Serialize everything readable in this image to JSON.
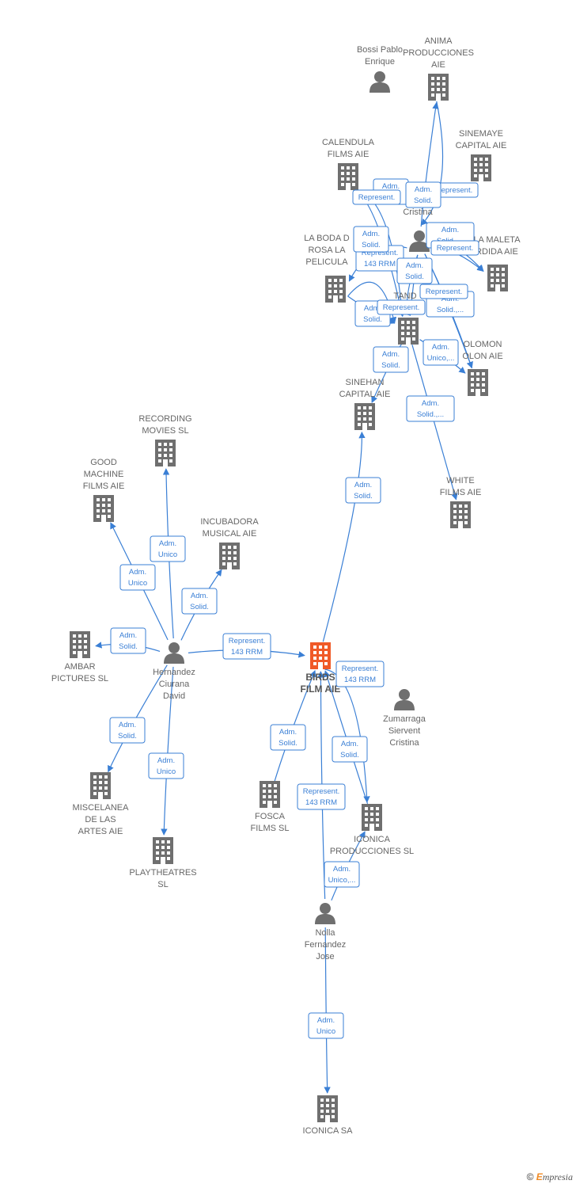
{
  "colors": {
    "edge": "#3a7fd5",
    "node": "#6f6f6f",
    "main": "#f05a28"
  },
  "footer": {
    "copyright": "©",
    "brand_initial": "E",
    "brand_rest": "mpresia"
  },
  "nodes": [
    {
      "id": "birds",
      "type": "building",
      "main": true,
      "label": [
        "BIRDS",
        "FILM  AIE"
      ]
    },
    {
      "id": "hernandez",
      "type": "person",
      "label": [
        "Hernandez",
        "Ciurana",
        "David"
      ]
    },
    {
      "id": "recording",
      "type": "building",
      "label": [
        "RECORDING",
        "MOVIES  SL"
      ]
    },
    {
      "id": "goodmachine",
      "type": "building",
      "label": [
        "GOOD",
        "MACHINE",
        "FILMS  AIE"
      ]
    },
    {
      "id": "incubadora",
      "type": "building",
      "label": [
        "INCUBADORA",
        "MUSICAL  AIE"
      ]
    },
    {
      "id": "ambar",
      "type": "building",
      "label": [
        "AMBAR",
        "PICTURES  SL"
      ]
    },
    {
      "id": "miscelanea",
      "type": "building",
      "label": [
        "MISCELANEA",
        "DE LAS",
        "ARTES  AIE"
      ]
    },
    {
      "id": "playtheatres",
      "type": "building",
      "label": [
        "PLAYTHEATRES",
        "SL"
      ]
    },
    {
      "id": "fosca",
      "type": "building",
      "label": [
        "FOSCA",
        "FILMS  SL"
      ]
    },
    {
      "id": "iconicaprod",
      "type": "building",
      "label": [
        "ICONICA",
        "PRODUCCIONES SL"
      ]
    },
    {
      "id": "zumarraga",
      "type": "person",
      "label": [
        "Zumarraga",
        "Siervent",
        "Cristina"
      ]
    },
    {
      "id": "nolla",
      "type": "person",
      "label": [
        "Nolla",
        "Fernandez",
        "Jose"
      ]
    },
    {
      "id": "iconicasa",
      "type": "building",
      "label": [
        "ICONICA SA"
      ]
    },
    {
      "id": "bossi",
      "type": "person",
      "label": [
        "Bossi Pablo",
        "Enrique"
      ]
    },
    {
      "id": "anima",
      "type": "building",
      "label": [
        "ANIMA",
        "PRODUCCIONES",
        "AIE"
      ]
    },
    {
      "id": "calendula",
      "type": "building",
      "label": [
        "CALENDULA",
        "FILMS  AIE"
      ]
    },
    {
      "id": "sinemaye",
      "type": "building",
      "label": [
        "SINEMAYE",
        "CAPITAL AIE"
      ]
    },
    {
      "id": "cristina",
      "type": "person",
      "label": [
        "Cristina"
      ]
    },
    {
      "id": "laboda",
      "type": "building",
      "label": [
        "LA BODA D",
        "ROSA LA",
        "PELICULA"
      ]
    },
    {
      "id": "lamaleta",
      "type": "building",
      "label": [
        "LA MALETA",
        "RDIDA AIE"
      ]
    },
    {
      "id": "tandem",
      "type": "building",
      "label": [
        "TAND"
      ]
    },
    {
      "id": "solomon",
      "type": "building",
      "label": [
        "OLOMON",
        "OLON AIE"
      ]
    },
    {
      "id": "sinehan",
      "type": "building",
      "label": [
        "SINEHAN",
        "CAPITAL AIE"
      ]
    },
    {
      "id": "white",
      "type": "building",
      "label": [
        "WHITE",
        "FILMS AIE"
      ]
    }
  ],
  "edge_labels": [
    [
      "Represent.",
      "143 RRM"
    ],
    [
      "Represent.",
      "143 RRM"
    ],
    [
      "Adm.",
      "Unico"
    ],
    [
      "Adm.",
      "Unico"
    ],
    [
      "Adm.",
      "Solid."
    ],
    [
      "Adm.",
      "Solid."
    ],
    [
      "Adm.",
      "Solid."
    ],
    [
      "Adm.",
      "Unico"
    ],
    [
      "Adm.",
      "Solid."
    ],
    [
      "Adm.",
      "Solid."
    ],
    [
      "Represent.",
      "143 RRM"
    ],
    [
      "Adm.",
      "Unico,..."
    ],
    [
      "Adm.",
      "Unico"
    ],
    [
      "Adm.",
      "Solid."
    ],
    [
      "Adm.",
      "Solid.,..."
    ],
    [
      "Adm.",
      "Unico,..."
    ],
    [
      "Adm.",
      "Solid."
    ],
    [
      "Adm.",
      "Solid."
    ],
    [
      "Adm.",
      "Solid.,..."
    ],
    [
      "Adm.",
      "Solid.,..."
    ],
    [
      "Represent."
    ],
    [
      "Represent.",
      "143 RRM"
    ],
    [
      "Adm.",
      "Solid."
    ],
    [
      "Adm.",
      "Solid."
    ],
    [
      "Adm.",
      "Solid."
    ],
    [
      "Represent."
    ],
    [
      "Represent."
    ],
    [
      "Represent."
    ],
    [
      "Adm.",
      "Solid."
    ],
    [
      "Represent."
    ]
  ]
}
